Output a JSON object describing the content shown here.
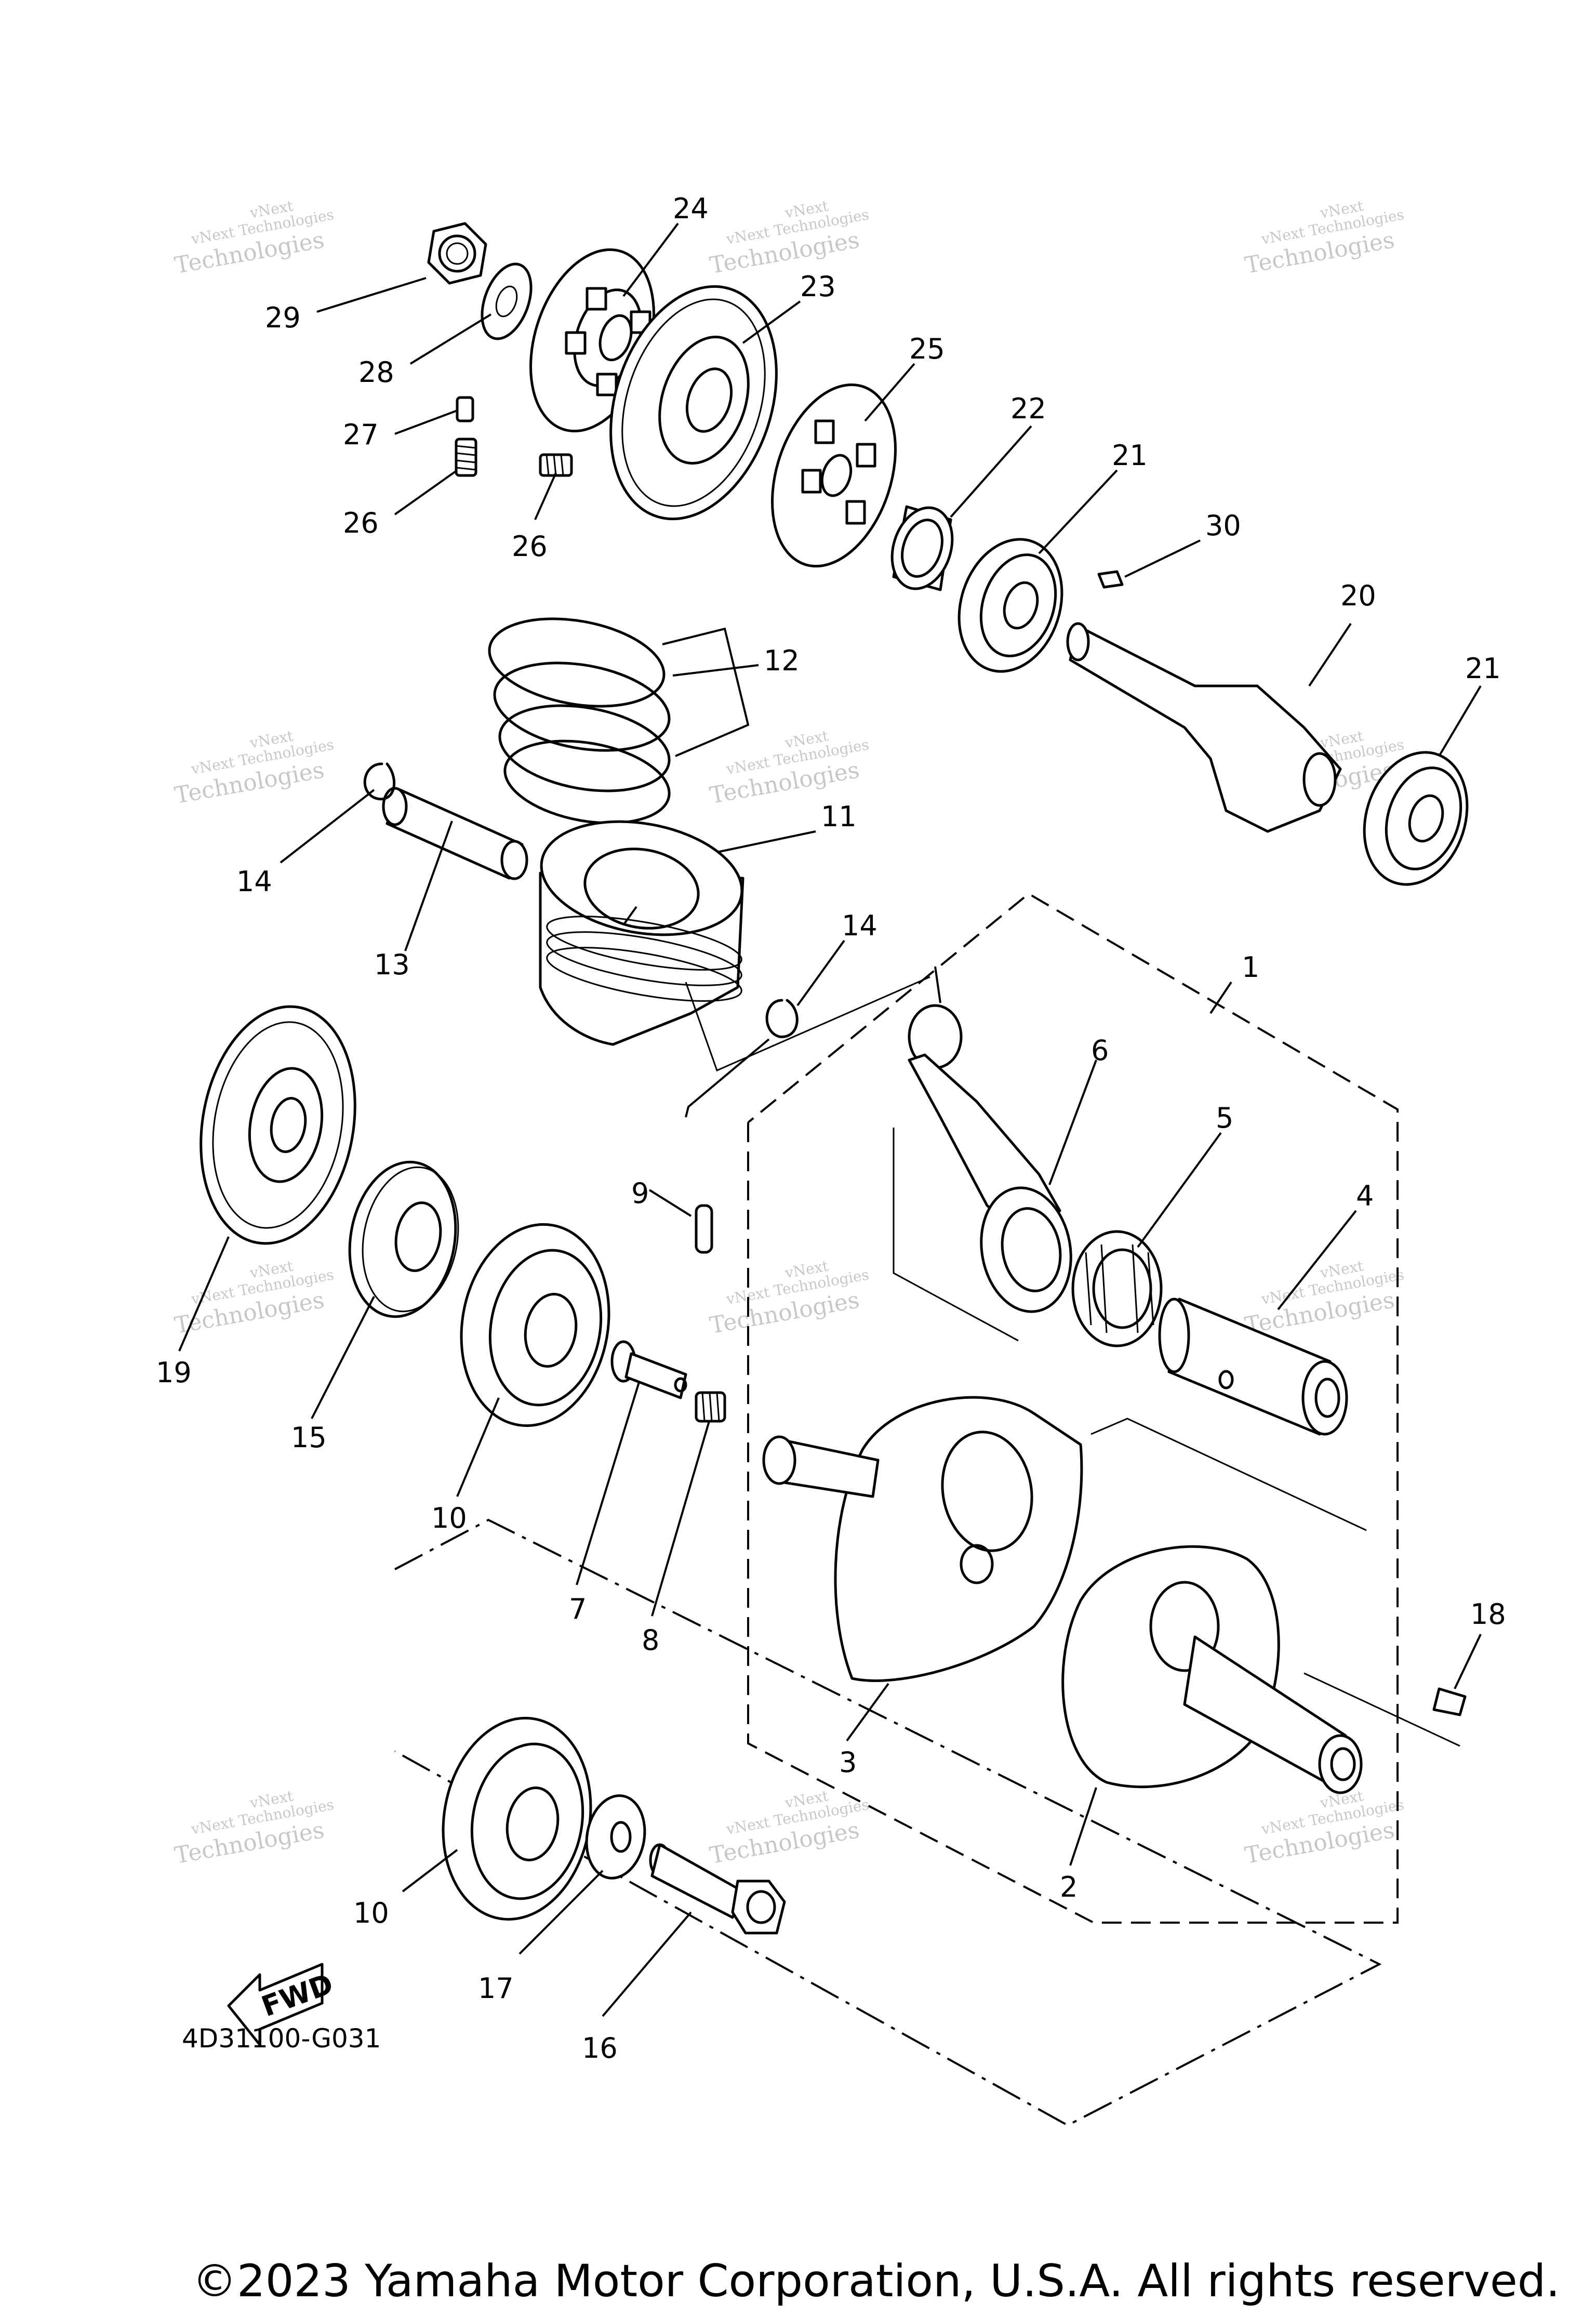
{
  "figure_code": "4D31100-G031",
  "fwd_label": "FWD",
  "copyright": "©2023 Yamaha Motor Corporation, U.S.A. All rights reserved.",
  "watermark": {
    "line1": "vNext Technologies",
    "line2": "Technologies",
    "line3": "vNext"
  },
  "callouts": [
    {
      "id": "c24",
      "text": "24"
    },
    {
      "id": "c29",
      "text": "29"
    },
    {
      "id": "c23",
      "text": "23"
    },
    {
      "id": "c28",
      "text": "28"
    },
    {
      "id": "c25",
      "text": "25"
    },
    {
      "id": "c27",
      "text": "27"
    },
    {
      "id": "c22",
      "text": "22"
    },
    {
      "id": "c21a",
      "text": "21"
    },
    {
      "id": "c26a",
      "text": "26"
    },
    {
      "id": "c26b",
      "text": "26"
    },
    {
      "id": "c30",
      "text": "30"
    },
    {
      "id": "c20",
      "text": "20"
    },
    {
      "id": "c12",
      "text": "12"
    },
    {
      "id": "c21b",
      "text": "21"
    },
    {
      "id": "c11",
      "text": "11"
    },
    {
      "id": "c14a",
      "text": "14"
    },
    {
      "id": "c14b",
      "text": "14"
    },
    {
      "id": "c13",
      "text": "13"
    },
    {
      "id": "c1",
      "text": "1"
    },
    {
      "id": "c6",
      "text": "6"
    },
    {
      "id": "c5",
      "text": "5"
    },
    {
      "id": "c9",
      "text": "9"
    },
    {
      "id": "c4",
      "text": "4"
    },
    {
      "id": "c19",
      "text": "19"
    },
    {
      "id": "c15",
      "text": "15"
    },
    {
      "id": "c10a",
      "text": "10"
    },
    {
      "id": "c7",
      "text": "7"
    },
    {
      "id": "c8",
      "text": "8"
    },
    {
      "id": "c18",
      "text": "18"
    },
    {
      "id": "c3",
      "text": "3"
    },
    {
      "id": "c2",
      "text": "2"
    },
    {
      "id": "c10b",
      "text": "10"
    },
    {
      "id": "c17",
      "text": "17"
    },
    {
      "id": "c16",
      "text": "16"
    }
  ]
}
